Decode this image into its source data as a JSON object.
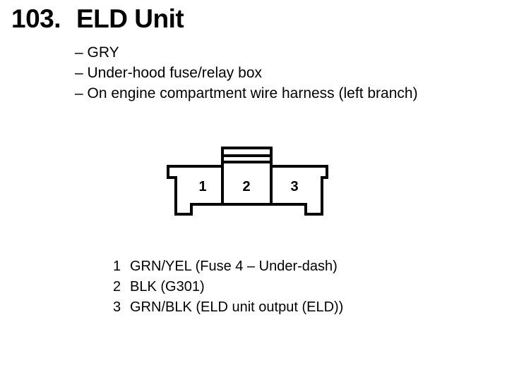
{
  "heading": {
    "number": "103.",
    "title": "ELD Unit"
  },
  "info": [
    "– GRY",
    "– Under-hood fuse/relay box",
    "– On engine compartment wire harness (left branch)"
  ],
  "connector": {
    "cavities": [
      "1",
      "2",
      "3"
    ]
  },
  "pins": [
    {
      "num": "1",
      "desc": "GRN/YEL (Fuse 4 – Under-dash)"
    },
    {
      "num": "2",
      "desc": "BLK (G301)"
    },
    {
      "num": "3",
      "desc": "GRN/BLK (ELD unit output (ELD))"
    }
  ]
}
